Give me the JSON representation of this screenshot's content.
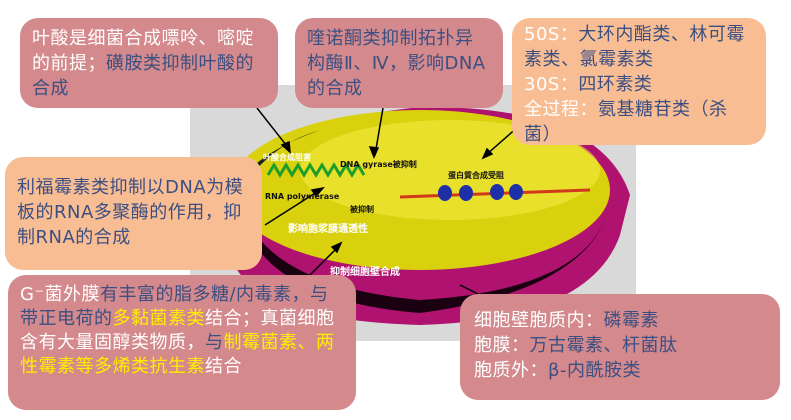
{
  "diagram_labels": {
    "folate": "叶酸合成阻害",
    "gyrase": "DNA gyrase被抑制",
    "rnapol": "RNA polymerase",
    "rnapol_inhibited": "被抑制",
    "protein": "蛋白質合成受阻",
    "membrane": "影响胞浆膜通透性",
    "wall": "抑制细胞壁合成"
  },
  "boxes": {
    "folate": {
      "part1": "叶酸是细菌合成嘌呤、嘧啶的前提；",
      "part2": "磺胺类抑制叶酸的合成"
    },
    "quinolone": {
      "text": "喹诺酮类抑制拓扑异构酶Ⅱ、Ⅳ，影响DNA的合成"
    },
    "ribosome": {
      "l1_label": "50S：",
      "l1_value": "大环内酯类、林可霉素类、氯霉素类",
      "l2_label": "30S：",
      "l2_value": "四环素类",
      "l3_label": "全过程：",
      "l3_value": "氨基糖苷类（杀菌）"
    },
    "rifampin": {
      "text": "利福霉素类抑制以DNA为模板的RNA多聚酶的作用，抑制RNA的合成"
    },
    "membrane": {
      "s1": "G⁻菌外膜",
      "s2": "有丰富的脂多糖/内毒素，与带正电荷的",
      "s3": "多黏菌素类",
      "s4": "结合；真菌细胞含有大量固醇类物质，",
      "s5": "与",
      "s6": "制霉菌素、两性霉素等多烯类抗生素",
      "s7": "结合"
    },
    "cellwall": {
      "l1_label": "细胞壁胞质内：",
      "l1_value": "磷霉素",
      "l2_label": "胞膜：",
      "l2_value": "万古霉素、杆菌肽",
      "l3_label": "胞质外：",
      "l3_value": "β-内酰胺类"
    }
  },
  "colors": {
    "pink_box": "#d4898c",
    "peach_box": "#f9bd93",
    "blue_text": "#3b4f82",
    "highlight": "#ffee00"
  }
}
